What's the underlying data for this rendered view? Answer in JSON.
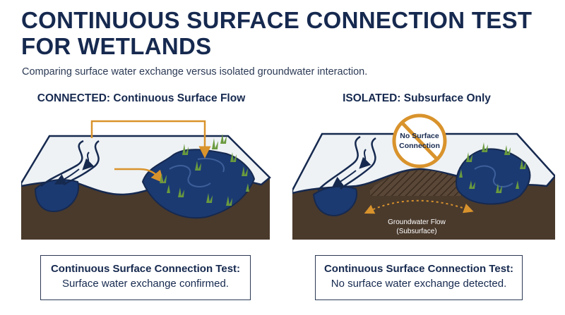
{
  "header": {
    "title": "CONTINUOUS SURFACE CONNECTION TEST FOR WETLANDS",
    "subtitle": "Comparing surface water exchange versus isolated groundwater interaction."
  },
  "panels": {
    "connected": {
      "heading": "CONNECTED: Continuous Surface Flow",
      "result_title": "Continuous Surface Connection Test:",
      "result_text": "Surface water exchange confirmed."
    },
    "isolated": {
      "heading": "ISOLATED: Subsurface Only",
      "badge_line1": "No Surface",
      "badge_line2": "Connection",
      "flow_label_line1": "Groundwater Flow",
      "flow_label_line2": "(Subsurface)",
      "result_title": "Continuous Surface Connection Test:",
      "result_text": "No surface water exchange detected."
    }
  },
  "colors": {
    "navy": "#16294f",
    "water": "#1b3a72",
    "soil": "#4a3a2c",
    "flow_orange": "#d9932c",
    "grass": "#6a9a3e"
  },
  "icons": {
    "prohibited": "prohibited-icon",
    "flow_arrow": "arrow-icon",
    "vegetation": "grass-tuft-icon"
  }
}
